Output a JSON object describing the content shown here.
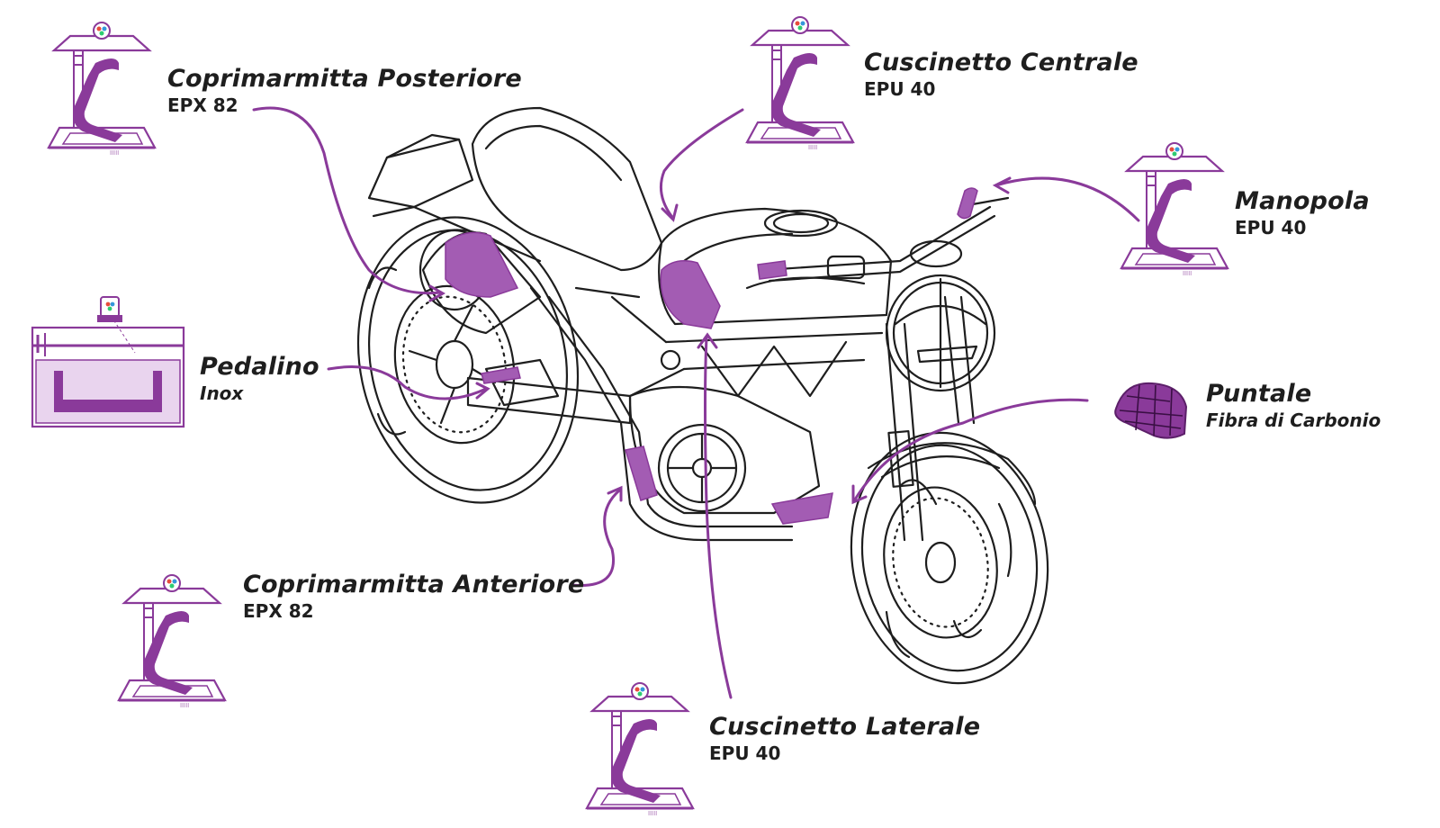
{
  "colors": {
    "accent": "#8a3a9a",
    "accent_fill": "#a35cb3",
    "line": "#1e1e1e",
    "text": "#1e1e1e"
  },
  "parts": [
    {
      "name": "Coprimarmitta Posteriore",
      "material": "EPX 82"
    },
    {
      "name": "Cuscinetto Centrale",
      "material": "EPU 40"
    },
    {
      "name": "Manopola",
      "material": "EPU 40"
    },
    {
      "name": "Pedalino",
      "material": "Inox"
    },
    {
      "name": "Puntale",
      "material": "Fibra di Carbonio"
    },
    {
      "name": "Coprimarmitta Anteriore",
      "material": "EPX 82"
    },
    {
      "name": "Cuscinetto Laterale",
      "material": "EPU 40"
    }
  ],
  "icons": {
    "fdm_printer": "3d-printer-fdm-icon",
    "metal_printer": "metal-powder-bed-printer-icon",
    "carbon_part": "carbon-fiber-shell-icon"
  }
}
